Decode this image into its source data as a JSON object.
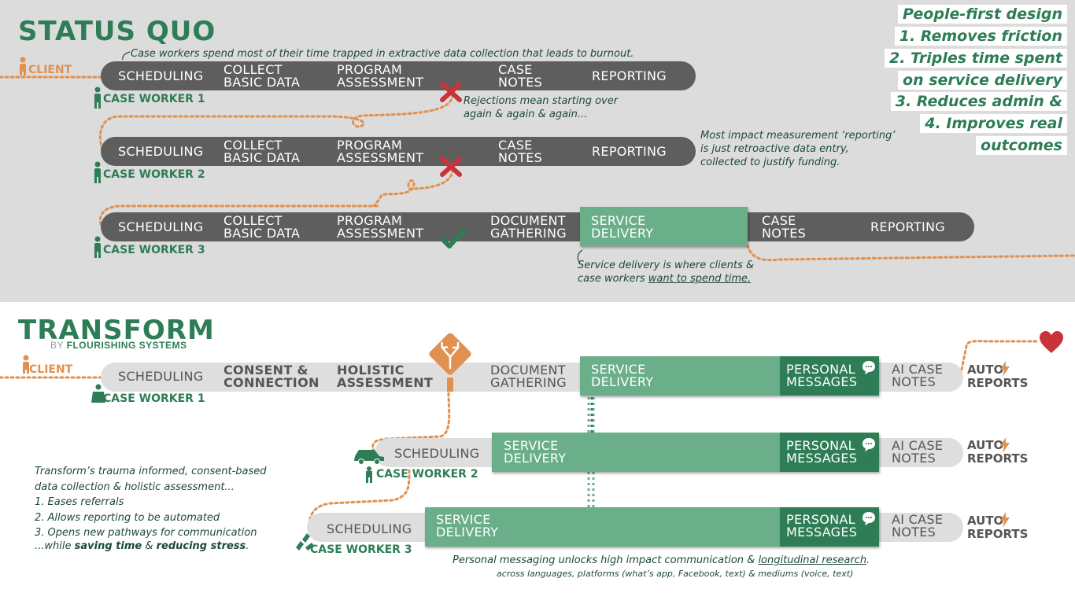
{
  "status_quo": {
    "title": "STATUS QUO",
    "client_label": "CLIENT",
    "rows": [
      {
        "worker": "CASE WORKER 1",
        "stages": [
          "SCHEDULING",
          "COLLECT\nBASIC DATA",
          "PROGRAM\nASSESSMENT",
          "CASE\nNOTES",
          "REPORTING"
        ]
      },
      {
        "worker": "CASE WORKER 2",
        "stages": [
          "SCHEDULING",
          "COLLECT\nBASIC DATA",
          "PROGRAM\nASSESSMENT",
          "CASE\nNOTES",
          "REPORTING"
        ]
      },
      {
        "worker": "CASE WORKER 3",
        "stages": [
          "SCHEDULING",
          "COLLECT\nBASIC DATA",
          "PROGRAM\nASSESSMENT",
          "DOCUMENT\nGATHERING",
          "SERVICE\nDELIVERY",
          "CASE\nNOTES",
          "REPORTING"
        ]
      }
    ],
    "notes": {
      "top": "Case workers spend most of their time trapped in extractive data collection that leads to burnout.",
      "rejections": "Rejections mean starting over\nagain & again & again...",
      "reporting": "Most impact measurement ‘reporting’\nis just retroactive data entry,\ncollected to justify funding.",
      "service_a": "Service delivery is where clients &",
      "service_b": "case workers ",
      "service_c": "want to spend time."
    }
  },
  "callout": {
    "lines": [
      "People-first design",
      "1. Removes friction",
      "2. Triples time spent",
      "on service delivery",
      "3. Reduces admin &",
      "4. Improves real",
      "outcomes"
    ]
  },
  "transform": {
    "title": "TRANSFORM",
    "by": "BY ",
    "org": "FLOURISHING SYSTEMS",
    "client_label": "CLIENT",
    "row1": {
      "worker": "CASE WORKER 1",
      "stages": [
        "SCHEDULING",
        "CONSENT &\nCONNECTION",
        "HOLISTIC\nASSESSMENT",
        "DOCUMENT\nGATHERING",
        "SERVICE\nDELIVERY",
        "PERSONAL\nMESSAGES",
        "AI CASE\nNOTES"
      ],
      "auto1": "AUTO",
      "auto2": "REPORTS"
    },
    "row2": {
      "worker": "CASE WORKER 2",
      "stages": [
        "SCHEDULING",
        "SERVICE\nDELIVERY",
        "PERSONAL\nMESSAGES",
        "AI CASE\nNOTES"
      ],
      "auto1": "AUTO",
      "auto2": "REPORTS"
    },
    "row3": {
      "worker": "CASE WORKER 3",
      "stages": [
        "SCHEDULING",
        "SERVICE\nDELIVERY",
        "PERSONAL\nMESSAGES",
        "AI CASE\nNOTES"
      ],
      "auto1": "AUTO",
      "auto2": "REPORTS"
    },
    "notes": {
      "left": "Transform’s trauma informed, consent-based\ndata collection & holistic assessment...\n1.  Eases referrals\n2. Allows reporting to be automated\n3. Opens new pathways for communication",
      "left_end_a": "...while ",
      "left_end_b": "saving time",
      "left_end_c": " & ",
      "left_end_d": "reducing stress",
      "left_end_e": ".",
      "bottom_a": "Personal messaging unlocks high impact communication & ",
      "bottom_b": "longitudinal research",
      "bottom_c": ".",
      "bottom_sub": "across languages, platforms (what’s app, Facebook, text) & mediums (voice, text)"
    }
  },
  "colors": {
    "green": "#2e7d56",
    "light_green": "#6aae8a",
    "orange": "#e0914f",
    "dark_bar": "#5e5e5e",
    "light_bar": "#dedede",
    "red": "#c8343a"
  },
  "icons": [
    "person-icon",
    "x-mark-icon",
    "check-mark-icon",
    "diverging-arrows-icon",
    "chat-bubble-icon",
    "lightning-icon",
    "heart-icon",
    "car-icon",
    "hands-icon"
  ]
}
